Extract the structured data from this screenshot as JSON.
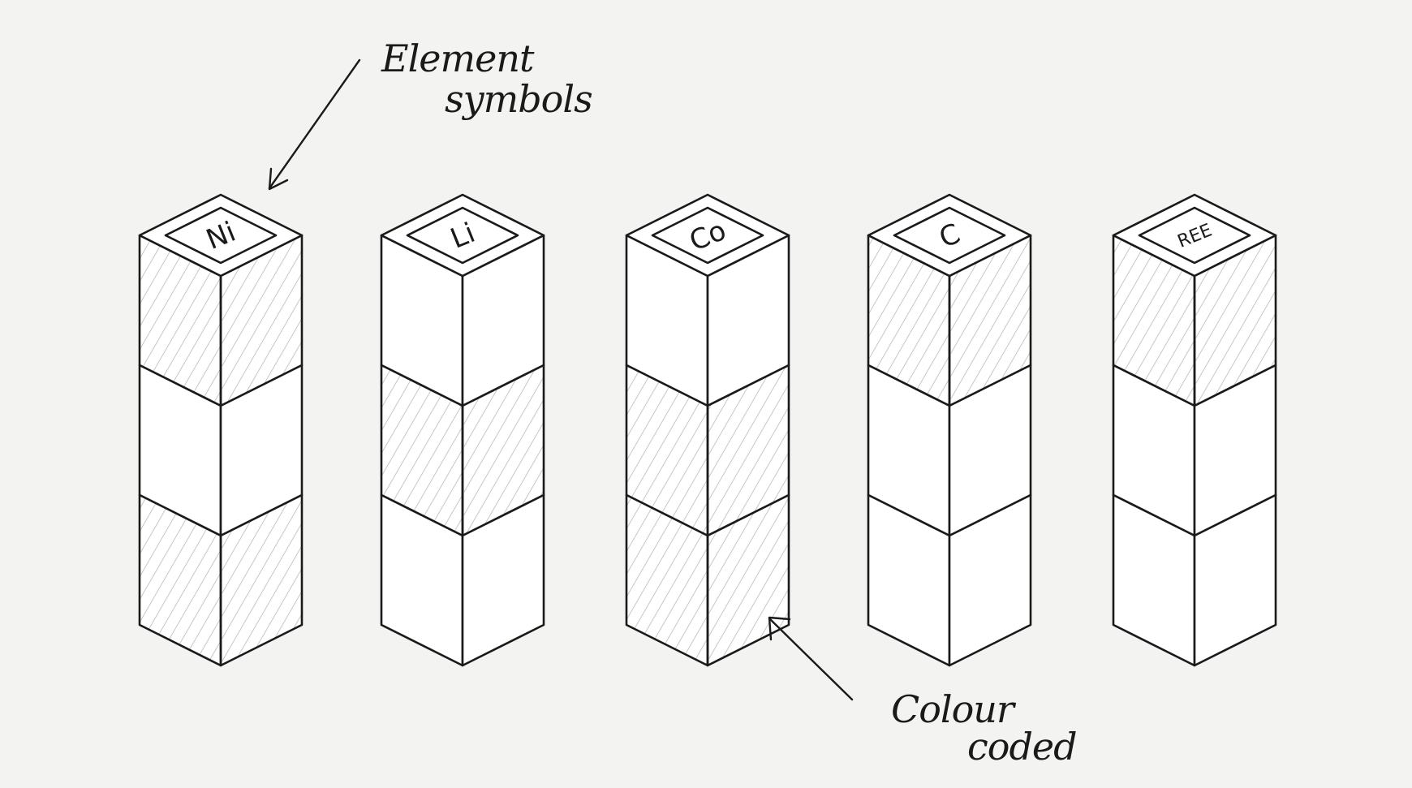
{
  "annotations": {
    "top_line1": "Element",
    "top_line2": "symbols",
    "bottom_line1": "Colour",
    "bottom_line2": "coded"
  },
  "colors": {
    "background": "#f3f3f2",
    "ink": "#1a1a1a",
    "hatch": "#b8b8b8",
    "face_fill": "#ffffff"
  },
  "stacks": [
    {
      "symbol": "Ni",
      "blocks": [
        "hatched",
        "plain",
        "hatched"
      ]
    },
    {
      "symbol": "Li",
      "blocks": [
        "plain",
        "hatched",
        "plain"
      ]
    },
    {
      "symbol": "Co",
      "blocks": [
        "plain",
        "hatched",
        "hatched"
      ]
    },
    {
      "symbol": "C",
      "blocks": [
        "hatched",
        "plain",
        "plain"
      ]
    },
    {
      "symbol": "REE",
      "blocks": [
        "hatched",
        "plain",
        "plain"
      ]
    }
  ]
}
